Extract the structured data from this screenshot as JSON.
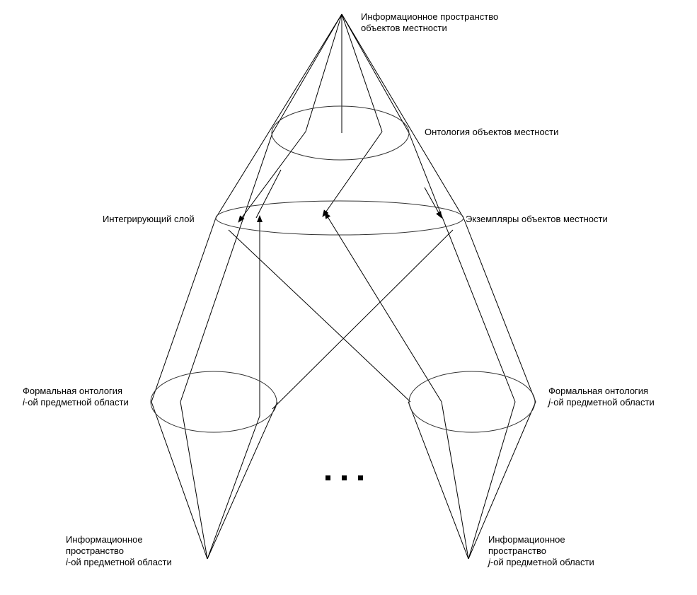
{
  "labels": {
    "top_space": [
      "Информационное пространство",
      "объектов местности"
    ],
    "terrain_ontology": "Онтология объектов местности",
    "integrating_layer": "Интегрирующий слой",
    "terrain_instances": "Экземпляры объектов местности",
    "ontology_i": {
      "line1": "Формальная онтология",
      "line2_italic": "i",
      "line2_rest": "-ой предметной области"
    },
    "ontology_j": {
      "line1": "Формальная онтология",
      "line2_italic": "j",
      "line2_rest": "-ой предметной области"
    },
    "space_i": {
      "line1": "Информационное",
      "line2": "пространство",
      "line3_italic": "i",
      "line3_rest": "-ой предметной области"
    },
    "space_j": {
      "line1": "Информационное",
      "line2": "пространство",
      "line3_italic": "j",
      "line3_rest": "-ой предметной области"
    }
  },
  "ellipsis_mark": "...",
  "colors": {
    "stroke": "#000000",
    "ellipse_stroke": "#333333",
    "background": "#ffffff"
  }
}
